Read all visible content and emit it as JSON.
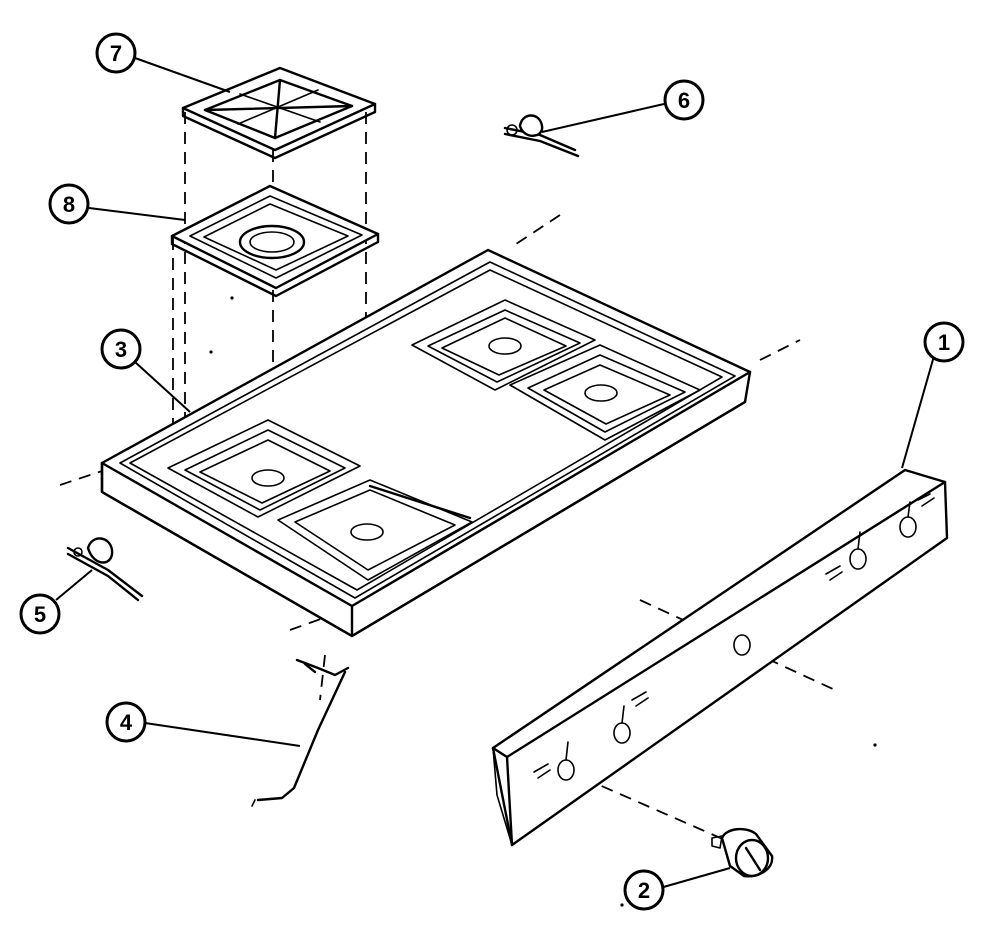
{
  "diagram": {
    "type": "exploded-parts-view",
    "callouts": [
      {
        "id": "1",
        "label": "1"
      },
      {
        "id": "2",
        "label": "2"
      },
      {
        "id": "3",
        "label": "3"
      },
      {
        "id": "4",
        "label": "4"
      },
      {
        "id": "5",
        "label": "5"
      },
      {
        "id": "6",
        "label": "6"
      },
      {
        "id": "7",
        "label": "7"
      },
      {
        "id": "8",
        "label": "8"
      }
    ]
  }
}
